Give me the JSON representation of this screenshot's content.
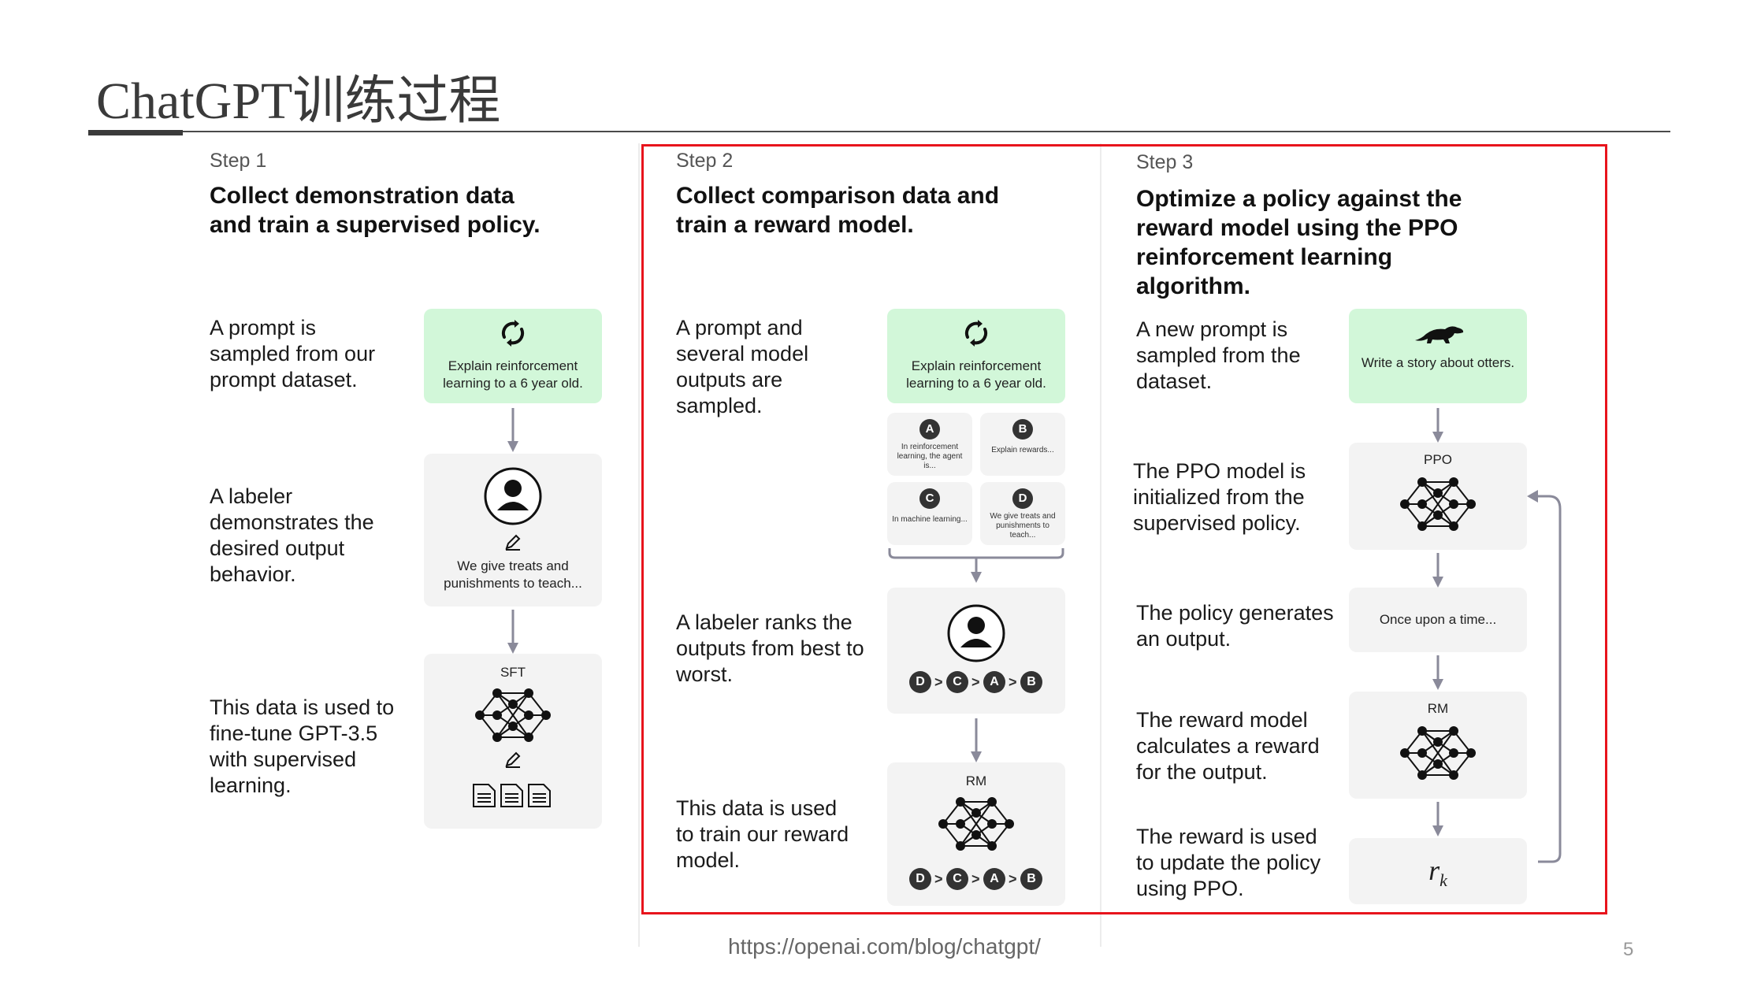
{
  "slide": {
    "title": "ChatGPT训练过程",
    "source_url": "https://openai.com/blog/chatgpt/",
    "page_number": "5"
  },
  "step1": {
    "label": "Step 1",
    "heading": "Collect demonstration data and train a supervised policy.",
    "desc1": "A prompt is sampled from our prompt dataset.",
    "desc2": "A labeler demonstrates the desired output behavior.",
    "desc3": "This data is used to fine-tune GPT-3.5 with supervised learning.",
    "prompt_box": "Explain reinforcement learning to a 6 year old.",
    "labeler_box": "We give treats and punishments to teach...",
    "model_label": "SFT"
  },
  "step2": {
    "label": "Step 2",
    "heading": "Collect comparison data and train a reward model.",
    "desc1": "A prompt and several model outputs are sampled.",
    "desc2": "A labeler ranks the outputs from best to worst.",
    "desc3": "This data is used to train our reward model.",
    "prompt_box": "Explain reinforcement learning to a 6 year old.",
    "outputs": [
      {
        "letter": "A",
        "text": "In reinforcement learning, the agent is..."
      },
      {
        "letter": "B",
        "text": "Explain rewards..."
      },
      {
        "letter": "C",
        "text": "In machine learning..."
      },
      {
        "letter": "D",
        "text": "We give treats and punishments to teach..."
      }
    ],
    "ranking": [
      "D",
      "C",
      "A",
      "B"
    ],
    "rank_sep": ">",
    "model_label": "RM"
  },
  "step3": {
    "label": "Step 3",
    "heading": "Optimize a policy against the reward model using the PPO reinforcement learning algorithm.",
    "desc1": "A new prompt is sampled from the dataset.",
    "desc2": "The PPO model is initialized from the supervised policy.",
    "desc3": "The policy generates an output.",
    "desc4": "The reward model calculates a reward for the output.",
    "desc5": "The reward is used to update the policy using PPO.",
    "prompt_box": "Write a story about otters.",
    "ppo_label": "PPO",
    "output_box": "Once upon a time...",
    "rm_label": "RM",
    "reward_symbol": "r",
    "reward_subscript": "k"
  },
  "colors": {
    "prompt_green": "#d2f7d9",
    "box_gray": "#f3f3f3",
    "highlight_red": "#e8141c",
    "arrow": "#8a8a9a"
  }
}
